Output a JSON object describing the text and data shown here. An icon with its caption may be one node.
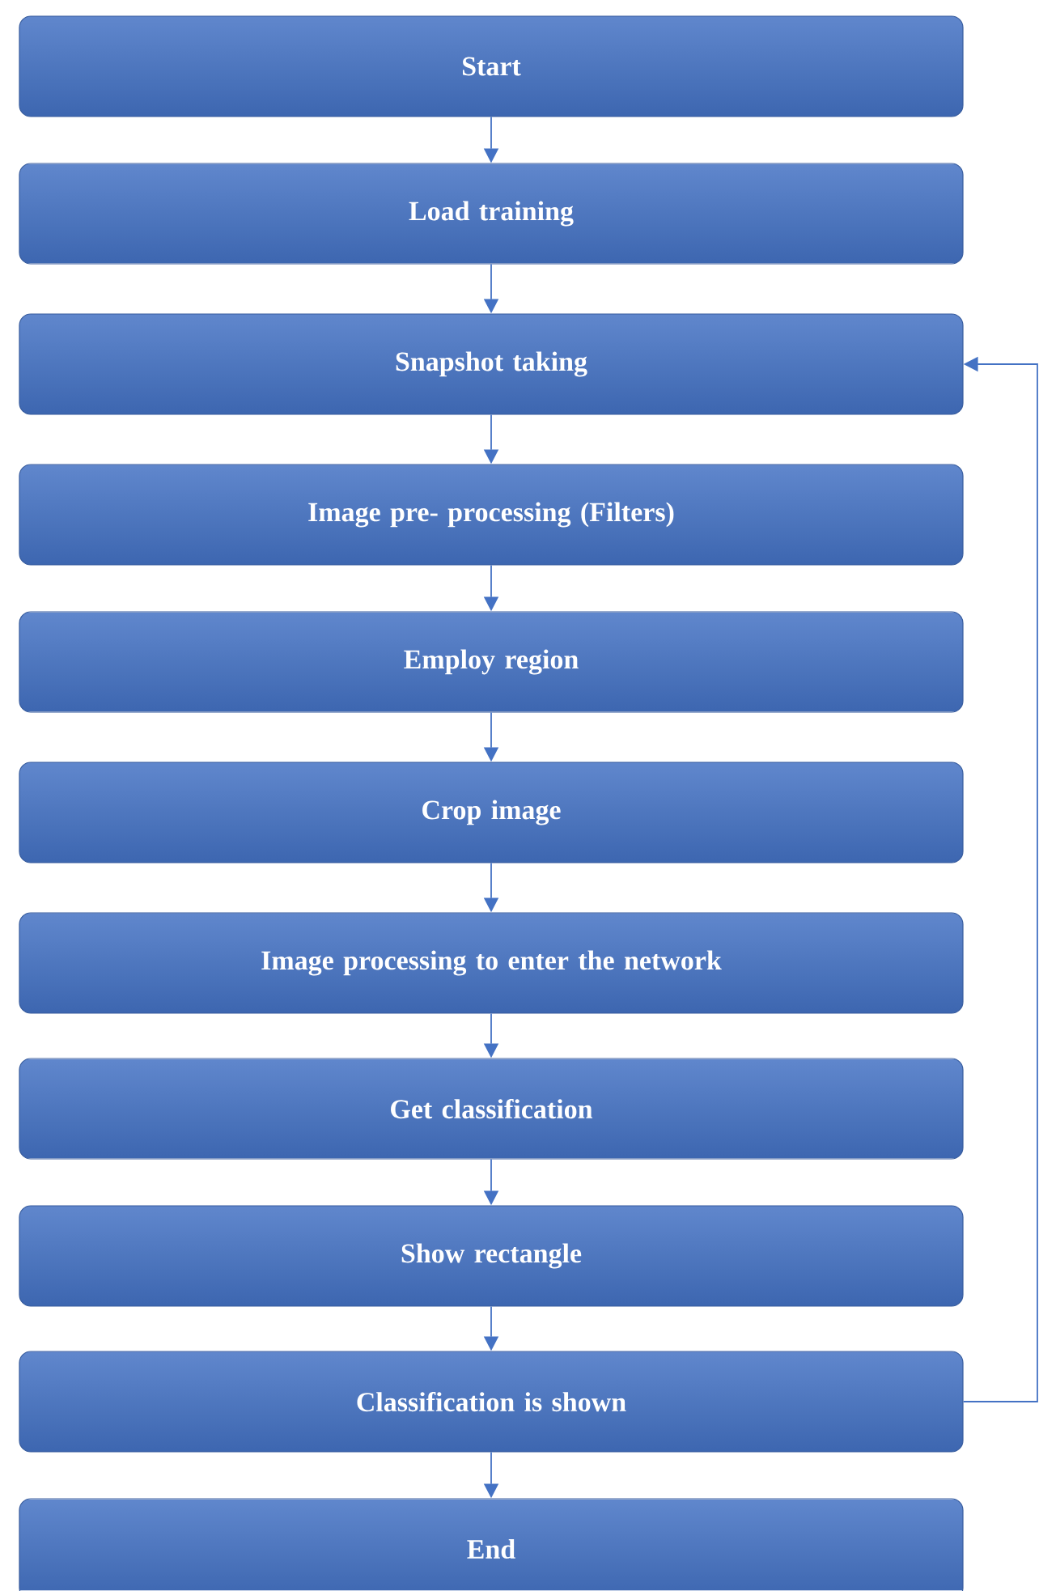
{
  "diagram": {
    "nodes": [
      {
        "text": [
          "Start"
        ]
      },
      {
        "text": [
          "Load training"
        ]
      },
      {
        "text": [
          "Snapshot taking"
        ]
      },
      {
        "text": [
          "Image pre- processing (Filters)"
        ]
      },
      {
        "text": [
          "Employ region"
        ]
      },
      {
        "text": [
          "Crop image"
        ]
      },
      {
        "text": [
          "Image processing to enter the network"
        ]
      },
      {
        "text": [
          "Get classification"
        ]
      },
      {
        "text": [
          "Show rectangle"
        ]
      },
      {
        "text": [
          "Classification is shown"
        ]
      },
      {
        "text": [
          "End"
        ]
      }
    ],
    "edges": [
      {
        "from": 0,
        "to": 1,
        "arrow": "to"
      },
      {
        "from": 1,
        "to": 2,
        "arrow": "to"
      },
      {
        "from": 2,
        "to": 3,
        "arrow": "to"
      },
      {
        "from": 3,
        "to": 4,
        "arrow": "to"
      },
      {
        "from": 4,
        "to": 5,
        "arrow": "to"
      },
      {
        "from": 5,
        "to": 6,
        "arrow": "to"
      },
      {
        "from": 6,
        "to": 7,
        "arrow": "to"
      },
      {
        "from": 7,
        "to": 8,
        "arrow": "to"
      },
      {
        "from": 8,
        "to": 9,
        "arrow": "to"
      },
      {
        "from": 9,
        "to": 10,
        "arrow": "to"
      },
      {
        "from": 9,
        "to": 2,
        "arrow": "to"
      }
    ]
  }
}
